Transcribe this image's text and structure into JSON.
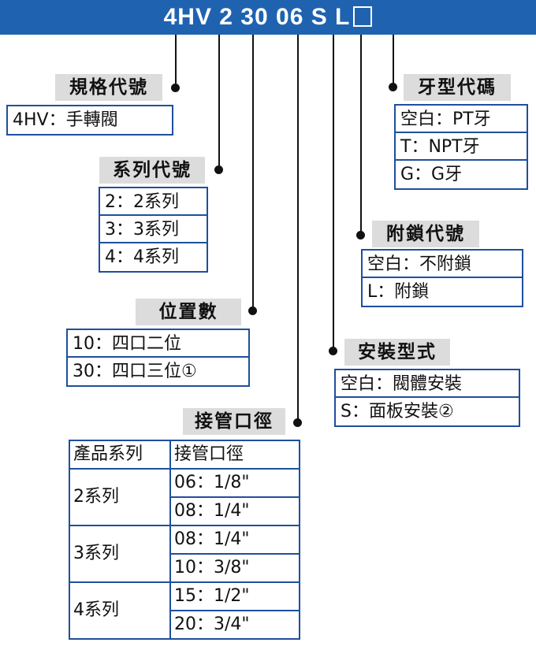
{
  "title": {
    "code": "4HV 2 30 06 S L"
  },
  "groups": {
    "spec": {
      "title": "規格代號",
      "items": [
        "4HV：手轉閥"
      ]
    },
    "series": {
      "title": "系列代號",
      "items": [
        "2：2系列",
        "3：3系列",
        "4：4系列"
      ]
    },
    "position": {
      "title": "位置數",
      "items": [
        "10：四口二位",
        "30：四口三位①"
      ]
    },
    "port": {
      "title": "接管口徑",
      "headers": [
        "產品系列",
        "接管口徑"
      ],
      "rows": [
        {
          "series": "2系列",
          "sizes": [
            "06：1/8\"",
            "08：1/4\""
          ]
        },
        {
          "series": "3系列",
          "sizes": [
            "08：1/4\"",
            "10：3/8\""
          ]
        },
        {
          "series": "4系列",
          "sizes": [
            "15：1/2\"",
            "20：3/4\""
          ]
        }
      ]
    },
    "mount": {
      "title": "安裝型式",
      "items": [
        "空白：閥體安裝",
        "S：面板安裝②"
      ]
    },
    "lock": {
      "title": "附鎖代號",
      "items": [
        "空白：不附鎖",
        "L：附鎖"
      ]
    },
    "thread": {
      "title": "牙型代碼",
      "items": [
        "空白：PT牙",
        "T：NPT牙",
        "G：G牙"
      ]
    }
  },
  "colors": {
    "banner": "#1f63b0",
    "border": "#1f4f9c",
    "header_bg": "#dcdcdc"
  }
}
